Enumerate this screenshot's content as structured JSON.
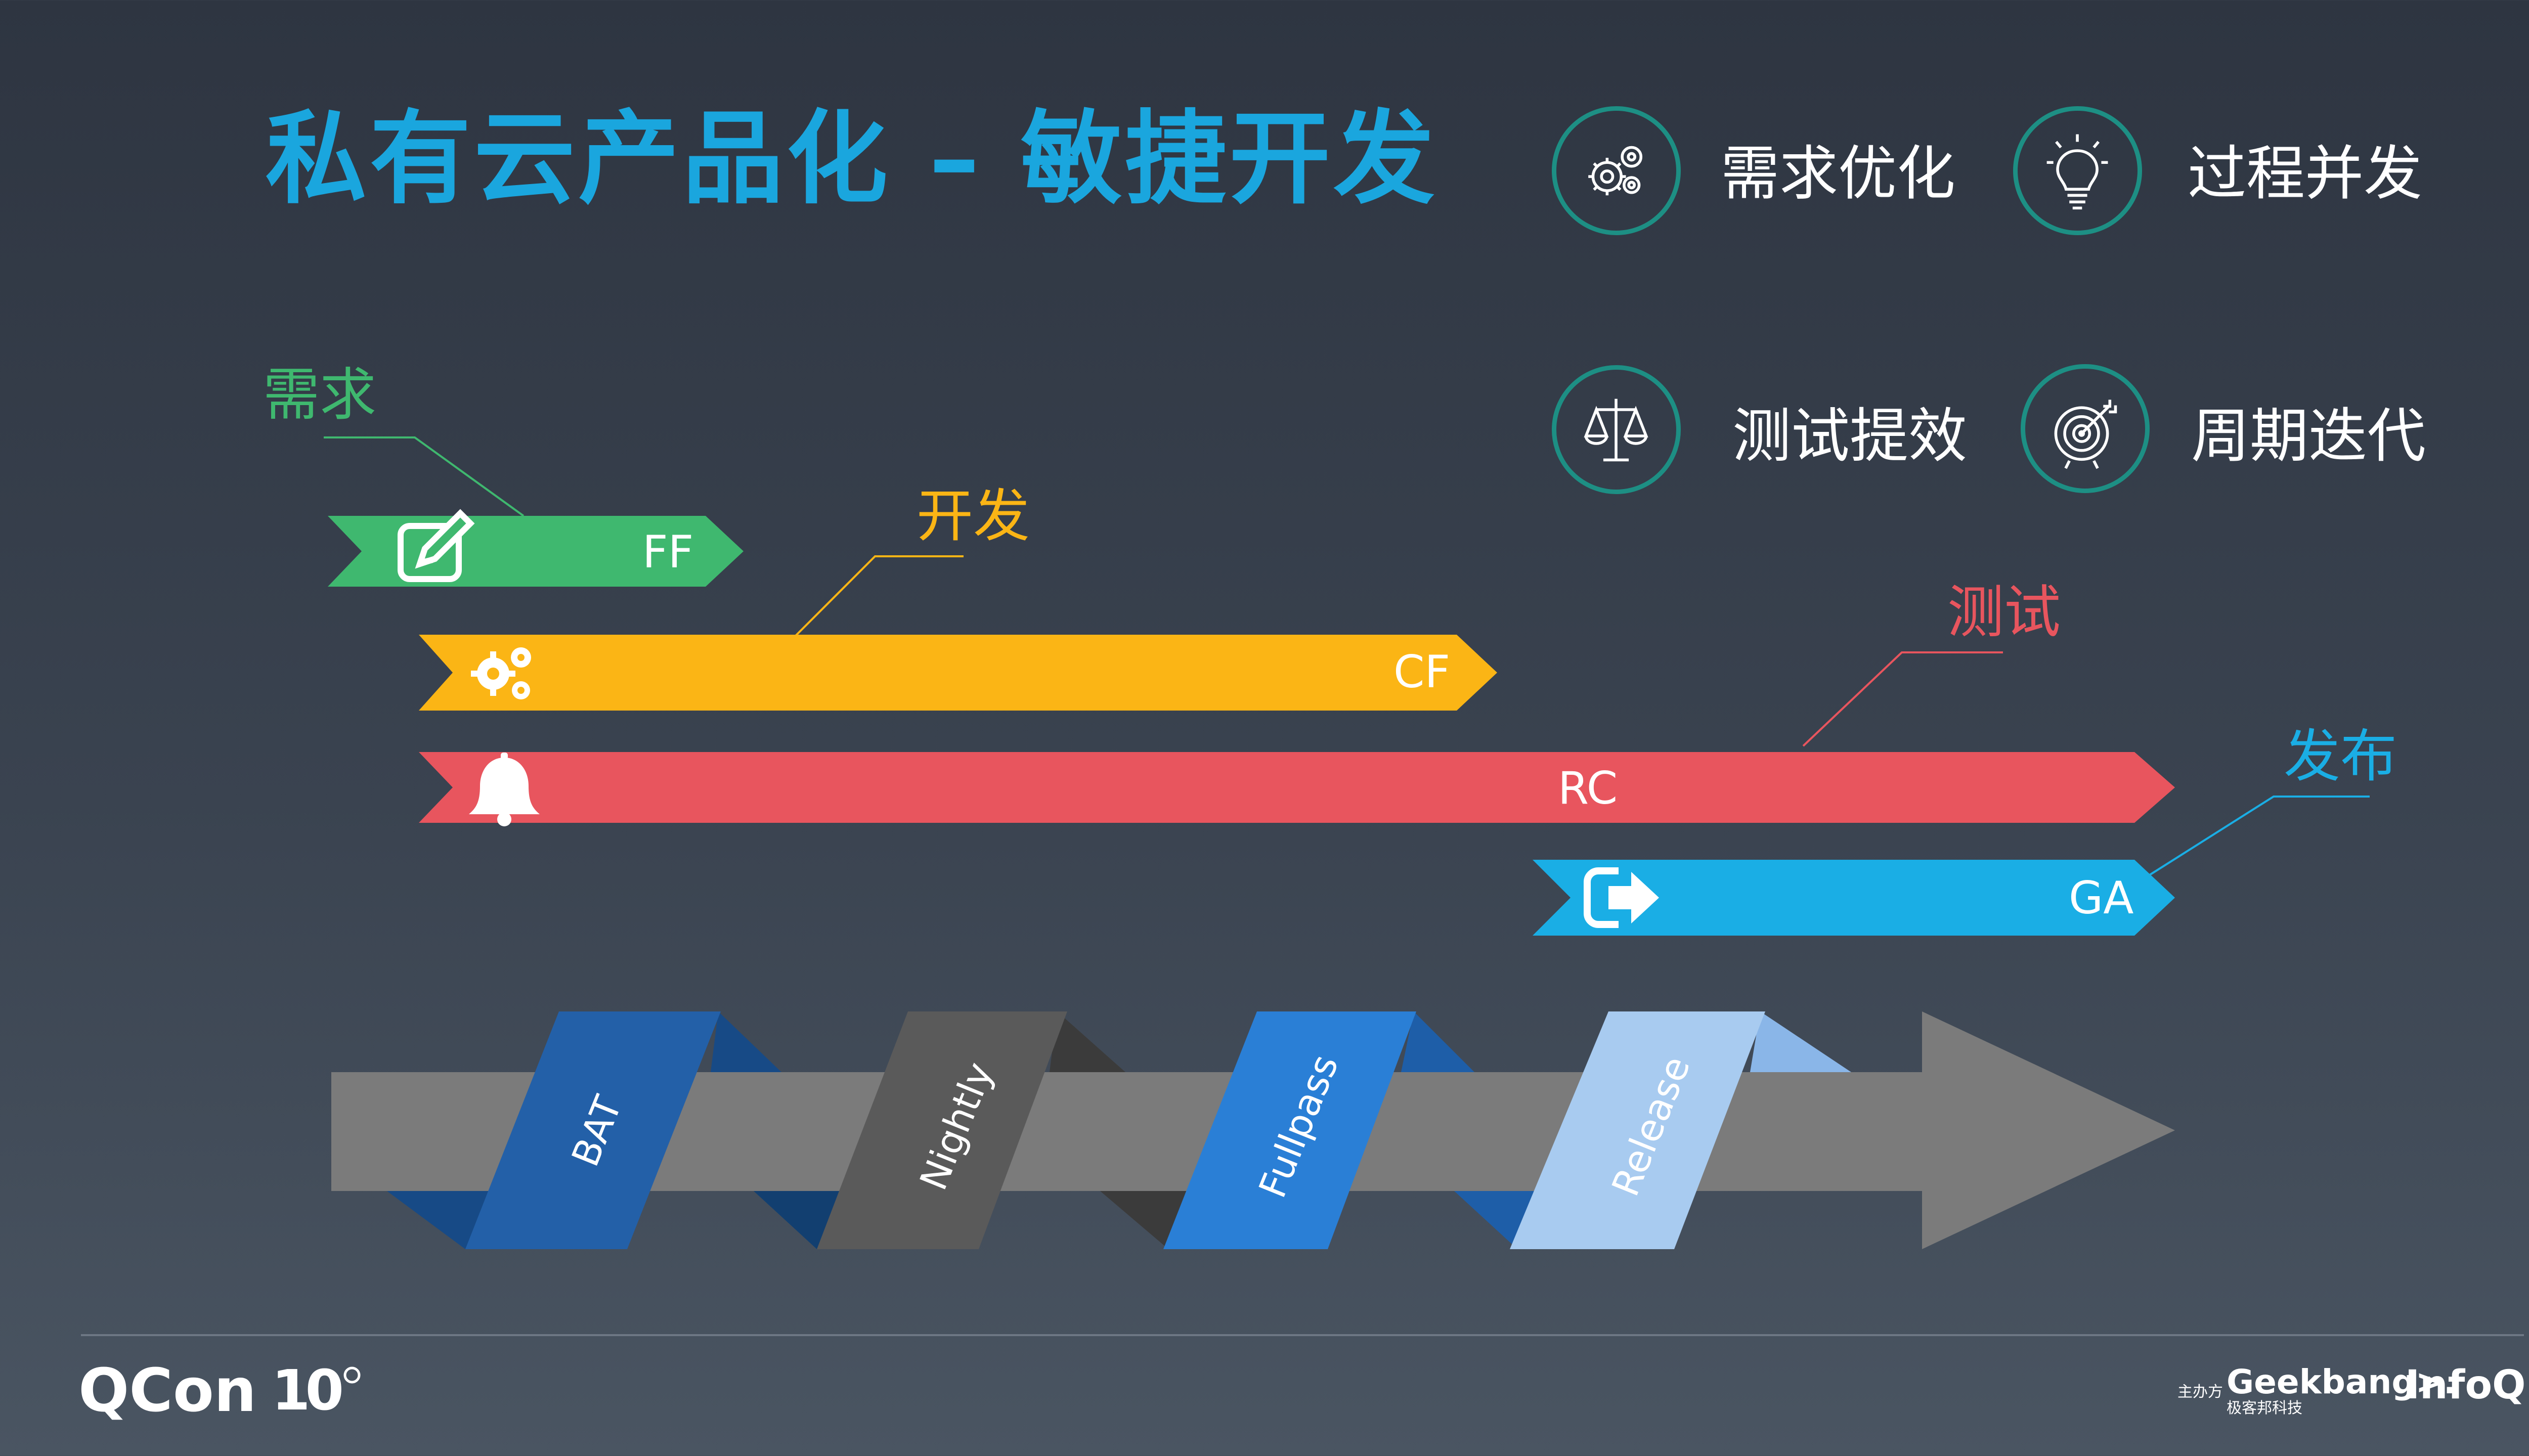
{
  "slide": {
    "title": "私有云产品化 – 敏捷开发",
    "colors": {
      "title": "#1aa6de",
      "green": "#3fb86f",
      "orange": "#fbb515",
      "red": "#e8555e",
      "blue": "#1aaee5",
      "teal_ring": "#1d8f84",
      "arrow_gray": "#7b7b7b"
    }
  },
  "features": [
    {
      "label": "需求优化",
      "icon": "gears-icon"
    },
    {
      "label": "过程并发",
      "icon": "lightbulb-icon"
    },
    {
      "label": "测试提效",
      "icon": "scales-icon"
    },
    {
      "label": "周期迭代",
      "icon": "target-icon"
    }
  ],
  "stages": [
    {
      "label": "需求",
      "bar": "FF",
      "icon": "edit-icon"
    },
    {
      "label": "开发",
      "bar": "CF",
      "icon": "gears-icon"
    },
    {
      "label": "测试",
      "bar": "RC",
      "icon": "bell-icon"
    },
    {
      "label": "发布",
      "bar": "GA",
      "icon": "sign-out-icon"
    }
  ],
  "cycle": {
    "labels": [
      "BAT",
      "Nightly",
      "Fullpass",
      "Release"
    ]
  },
  "footer": {
    "logo": "QCon",
    "logo_mark": "10",
    "sponsor_label": "主办方",
    "geekbang": "Geekbang>.",
    "geekbang_sub": "极客邦科技",
    "infoq": "InfoQ"
  }
}
